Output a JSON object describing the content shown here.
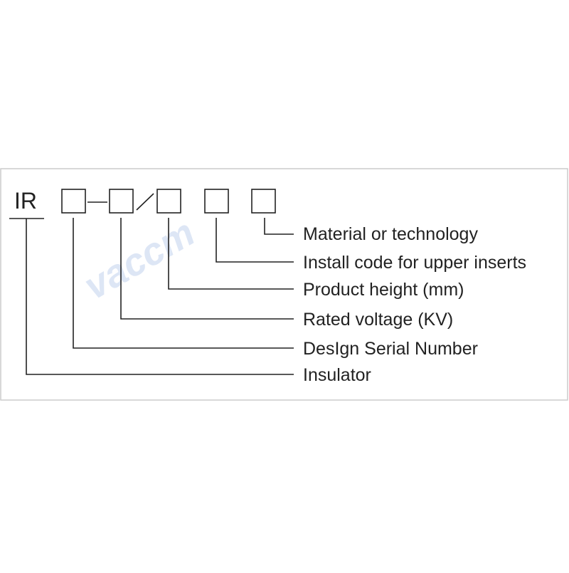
{
  "diagram": {
    "prefix": "IR",
    "separators": [
      "-",
      "/"
    ],
    "watermark": "vaccm",
    "labels": [
      "Material or technology",
      "Install code for upper inserts",
      "Product height (mm)",
      "Rated voltage (KV)",
      "DesIgn Serial Number",
      "Insulator"
    ]
  },
  "colors": {
    "frame": "#cccccc",
    "ink": "#222222",
    "watermark": "#dde6f5"
  }
}
